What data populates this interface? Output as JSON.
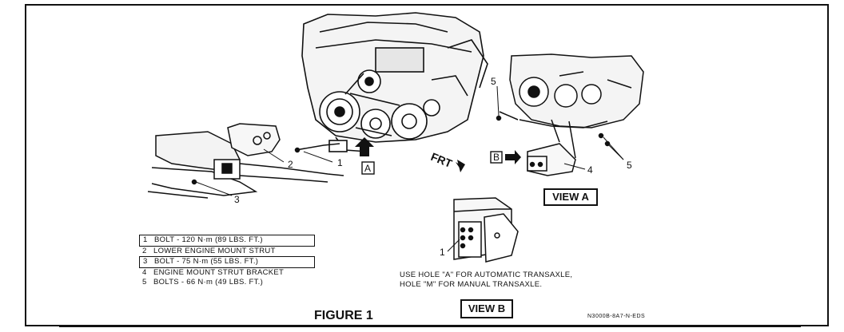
{
  "figure_title": "FIGURE 1",
  "drawing_code": "N3000B-8A7-N-EDS",
  "view_a_label": "VIEW A",
  "view_b_label": "VIEW B",
  "fwd_label": "FRT",
  "callout_a": "A",
  "callout_b": "B",
  "callouts": {
    "c1": "1",
    "c2": "2",
    "c3": "3",
    "c4": "4",
    "c5a": "5",
    "c5b": "5",
    "c1b": "1"
  },
  "legend": [
    {
      "num": "1",
      "text": "BOLT - 120 N·m (89 LBS. FT.)",
      "boxed": true
    },
    {
      "num": "2",
      "text": "LOWER ENGINE MOUNT STRUT",
      "boxed": false
    },
    {
      "num": "3",
      "text": "BOLT - 75 N·m (55 LBS. FT.)",
      "boxed": true
    },
    {
      "num": "4",
      "text": "ENGINE MOUNT STRUT BRACKET",
      "boxed": false
    },
    {
      "num": "5",
      "text": "BOLTS - 66 N·m (49 LBS. FT.)",
      "boxed": false
    }
  ],
  "note_line1": "USE HOLE \"A\" FOR AUTOMATIC TRANSAXLE,",
  "note_line2": "HOLE \"M\" FOR MANUAL TRANSAXLE."
}
